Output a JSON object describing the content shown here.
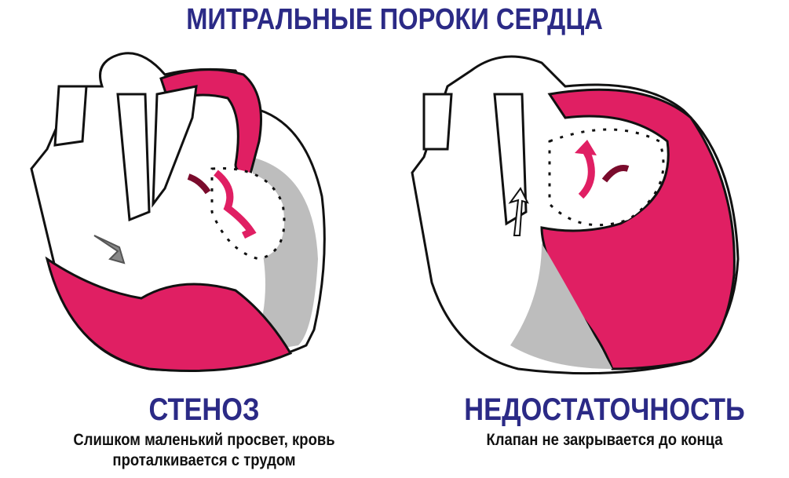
{
  "title": "МИТРАЛЬНЫЕ ПОРОКИ СЕРДЦА",
  "panels": [
    {
      "label": "СТЕНОЗ",
      "caption_lines": [
        "Слишком маленький просвет, кровь",
        "проталкивается с трудом"
      ]
    },
    {
      "label": "НЕДОСТАТОЧНОСТЬ",
      "caption_lines": [
        "Клапан не закрывается до конца"
      ]
    }
  ],
  "colors": {
    "title": "#2b2a86",
    "blood": "#e01f63",
    "wall": "#b8b8b8"
  }
}
